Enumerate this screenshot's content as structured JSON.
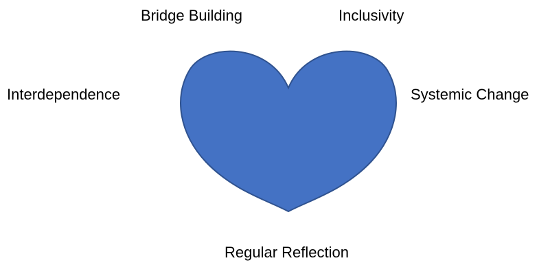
{
  "diagram": {
    "labels": {
      "top_left": "Bridge Building",
      "top_right": "Inclusivity",
      "left": "Interdependence",
      "right": "Systemic Change",
      "bottom": "Regular Reflection"
    },
    "center_shape": {
      "icon": "heart-icon",
      "fill_color": "#4472C4",
      "stroke_color": "#2F528F"
    }
  }
}
